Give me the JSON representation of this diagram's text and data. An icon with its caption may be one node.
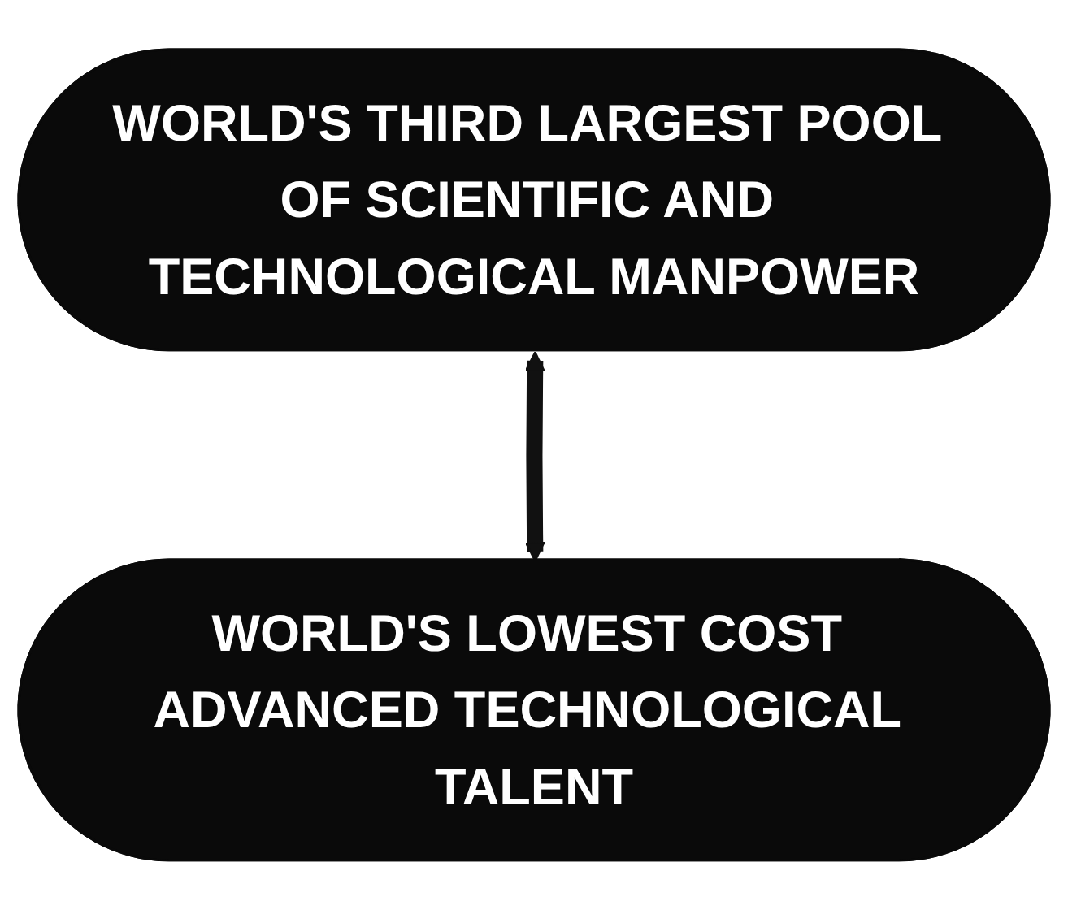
{
  "diagram": {
    "nodes": [
      {
        "text": [
          "WORLD'S THIRD LARGEST POOL OF SCIENTIFIC AND TECHNOLOGICAL MANPOWER"
        ]
      },
      {
        "text": [
          "WORLD'S LOWEST COST ADVANCED TECHNOLOGICAL TALENT"
        ]
      }
    ],
    "edges": [
      {
        "from": 0,
        "to": 1,
        "arrow": "both"
      }
    ]
  }
}
